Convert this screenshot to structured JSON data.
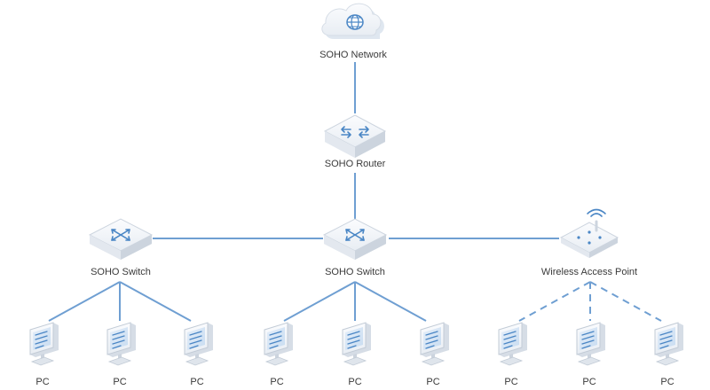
{
  "nodes": {
    "cloud": {
      "label": "SOHO Network",
      "icon": "cloud-network-icon"
    },
    "router": {
      "label": "SOHO Router",
      "icon": "router-icon"
    },
    "switch_left": {
      "label": "SOHO Switch",
      "icon": "switch-icon"
    },
    "switch_center": {
      "label": "SOHO Switch",
      "icon": "switch-icon"
    },
    "access_point": {
      "label": "Wireless Access Point",
      "icon": "wireless-access-point-icon"
    },
    "pcs": [
      {
        "label": "PC",
        "icon": "pc-icon"
      },
      {
        "label": "PC",
        "icon": "pc-icon"
      },
      {
        "label": "PC",
        "icon": "pc-icon"
      },
      {
        "label": "PC",
        "icon": "pc-icon"
      },
      {
        "label": "PC",
        "icon": "pc-icon"
      },
      {
        "label": "PC",
        "icon": "pc-icon"
      },
      {
        "label": "PC",
        "icon": "pc-icon"
      },
      {
        "label": "PC",
        "icon": "pc-icon"
      },
      {
        "label": "PC",
        "icon": "pc-icon"
      }
    ]
  },
  "colors": {
    "link": "#6f9fd2",
    "device_face": "#f3f6fa",
    "device_side": "#d6dde6",
    "device_accent": "#4a86c5"
  }
}
